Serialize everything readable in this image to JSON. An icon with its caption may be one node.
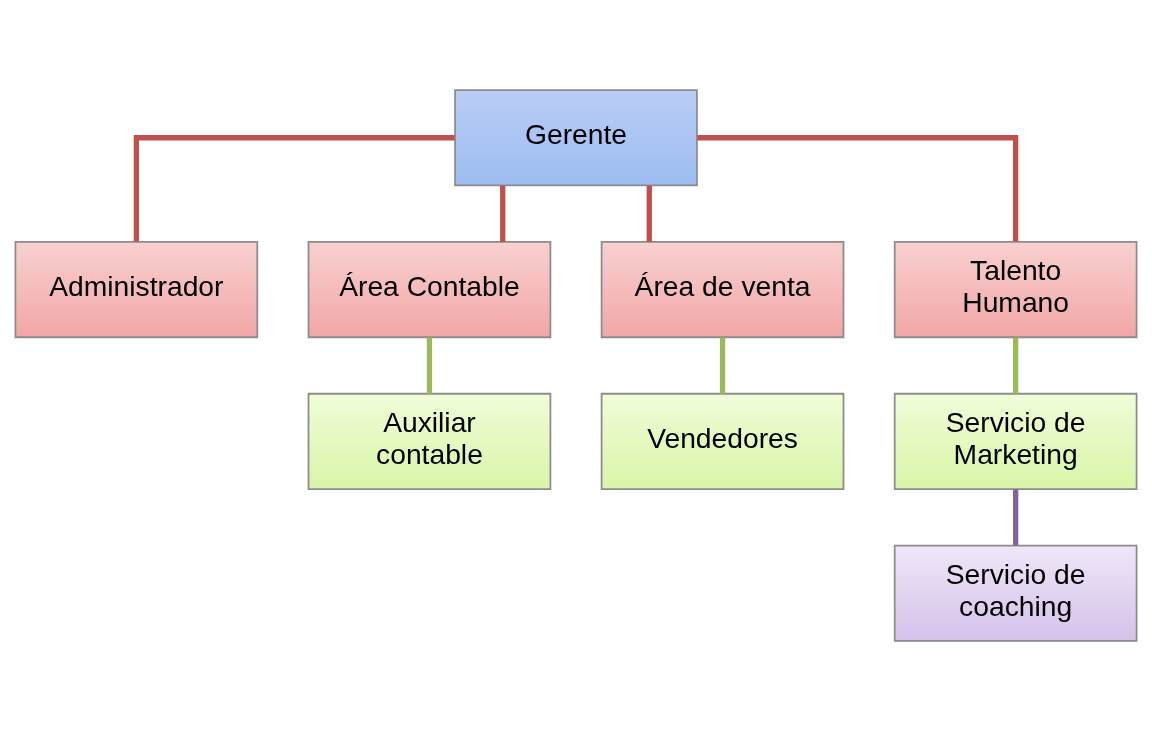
{
  "diagram": {
    "nodes": [
      {
        "text": [
          "Gerente"
        ]
      },
      {
        "text": [
          "Administrador"
        ]
      },
      {
        "text": [
          "Área Contable"
        ]
      },
      {
        "text": [
          "Área de venta"
        ]
      },
      {
        "text": [
          "Talento Humano"
        ]
      },
      {
        "text": [
          "Auxiliar contable"
        ]
      },
      {
        "text": [
          "Vendedores"
        ]
      },
      {
        "text": [
          "Servicio de Marketing"
        ]
      },
      {
        "text": [
          "Servicio de coaching"
        ]
      }
    ],
    "edges": [
      {
        "from": 0,
        "to": 1,
        "arrow": "none"
      },
      {
        "from": 0,
        "to": 2,
        "arrow": "none"
      },
      {
        "from": 0,
        "to": 3,
        "arrow": "none"
      },
      {
        "from": 0,
        "to": 4,
        "arrow": "none"
      },
      {
        "from": 2,
        "to": 5,
        "arrow": "none",
        "color": "#9bbb59"
      },
      {
        "from": 3,
        "to": 6,
        "arrow": "none",
        "color": "#9bbb59"
      },
      {
        "from": 4,
        "to": 7,
        "arrow": "none",
        "color": "#9bbb59"
      },
      {
        "from": 7,
        "to": 8,
        "arrow": "none",
        "color": "#8064a2"
      }
    ]
  }
}
